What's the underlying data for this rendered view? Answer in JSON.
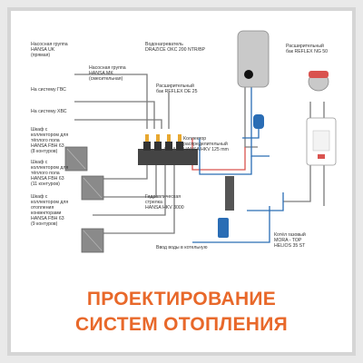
{
  "labels": {
    "pump_uk": [
      "Насосная группа",
      "HANSA UK",
      "(прямая)"
    ],
    "pump_mk": [
      "Насосная группа",
      "HANSA MK",
      "(смесительная)"
    ],
    "boiler_water": [
      "Водонагреватель",
      "DRAZICE OKC 200 NTR/BP"
    ],
    "expansion_tank_1": [
      "Расширительный",
      "бак REFLEX NG 50"
    ],
    "expansion_tank_2": [
      "Расширительный",
      "бак REFLEX DE 25"
    ],
    "to_gvs": [
      "На систему ГВС"
    ],
    "to_hvs": [
      "На систему ХВС"
    ],
    "cabinet_floor_1": [
      "Шкаф с",
      "коллектором для",
      "тёплого пола",
      "HANSA FBH 63",
      "(8 контуров)"
    ],
    "cabinet_floor_2": [
      "Шкаф с",
      "коллектором для",
      "тёплого пола",
      "HANSA FBH 63",
      "(11 контуров)"
    ],
    "cabinet_convectors": [
      "Шкаф с",
      "коллектором для",
      "отопления",
      "конвекторами",
      "HANSA FBH 63",
      "(9 контуров)"
    ],
    "collector": [
      "Коллектор",
      "распределительный",
      "HANSA HKV 125 mm"
    ],
    "hydro_arrow": [
      "Гидравлическая",
      "стрелка",
      "HANSA HKV 3000"
    ],
    "water_input": [
      "Ввод воды в котельную"
    ],
    "gas_boiler": [
      "Котёл газовый",
      "MORA - TOP",
      "HELIOS 35 ST"
    ]
  },
  "caption": {
    "line1": "ПРОЕКТИРОВАНИЕ",
    "line2": "СИСТЕМ ОТОПЛЕНИЯ"
  },
  "colors": {
    "accent": "#e8682a",
    "pipe_hot": "#d9534f",
    "pipe_cold": "#2a6db5",
    "pipe_gray": "#7a7a7a"
  }
}
